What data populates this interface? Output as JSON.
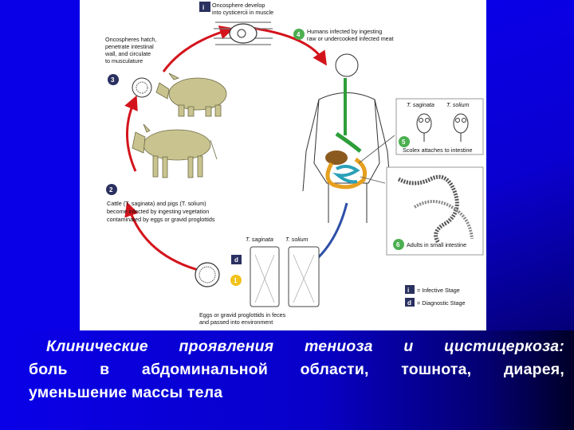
{
  "diagram": {
    "labels": {
      "stage1": [
        "Oncosphere develop",
        "into cysticercii in muscle"
      ],
      "stage2": [
        "Cattle (T. saginata) and pigs (T. solium)",
        "become infected by ingesting vegetation",
        "contaminated by eggs or gravid proglottids"
      ],
      "stage3": [
        "Oncospheres hatch,",
        "penetrate intestinal",
        "wall, and circulate",
        "to musculature"
      ],
      "stage4": [
        "Humans infected by ingesting",
        "raw or undercooked infected meat"
      ],
      "stage5": "Scolex attaches to intestine",
      "stage6": "Adults in small intestine",
      "eggs": [
        "Eggs or gravid proglottids in feces",
        "and passed into environment"
      ],
      "species_top_a": "T. saginata",
      "species_top_b": "T. solium",
      "species_bottom_a": "T. saginata",
      "species_bottom_b": "T. solium",
      "legend_infective": "= Infective Stage",
      "legend_diagnostic": "= Diagnostic Stage"
    },
    "markers": {
      "n1": "1",
      "n2": "2",
      "n3": "3",
      "n4": "4",
      "n5": "5",
      "n6": "6",
      "i": "i",
      "d": "d"
    },
    "colors": {
      "arrow_red": "#d4141c",
      "arrow_blue": "#2d4fa8",
      "marker_dark": "#2a3160",
      "marker_green": "#4caf50",
      "marker_yellow": "#f2c218",
      "animal": "#c9c48f",
      "background": "#0a00e8"
    }
  },
  "caption": {
    "line1": "Клинические проявления тениоза и цистицеркоза:",
    "line2": "боль в абдоминальной области, тошнота, диарея,",
    "line3": "уменьшение массы тела"
  }
}
